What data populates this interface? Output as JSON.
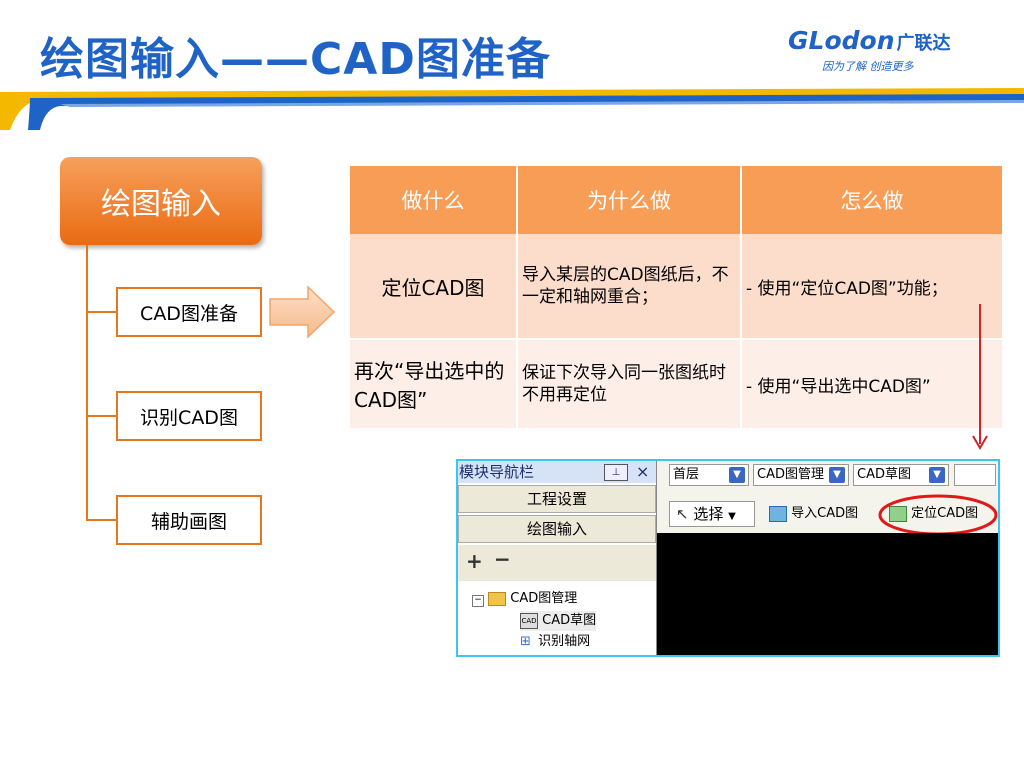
{
  "slide": {
    "title": "绘图输入——CAD图准备",
    "logo_brand": "GLodon",
    "logo_cn": "广联达",
    "logo_slogan": "因为了解 创造更多",
    "brand_color": "#1f63c6",
    "accent_color": "#e8761e"
  },
  "mindmap": {
    "root": "绘图输入",
    "children": [
      "CAD图准备",
      "识别CAD图",
      "辅助画图"
    ]
  },
  "table": {
    "headers": [
      "做什么",
      "为什么做",
      "怎么做"
    ],
    "rows": [
      [
        "定位CAD图",
        "导入某层的CAD图纸后，不一定和轴网重合；",
        "- 使用“定位CAD图”功能；"
      ],
      [
        "再次“导出选中的CAD图”",
        "保证下次导入同一张图纸时不用再定位",
        "- 使用“导出选中CAD图”"
      ]
    ]
  },
  "software": {
    "panel_title": "模块导航栏",
    "pin_icon": "pin-icon",
    "close_label": "×",
    "nav_buttons": [
      "工程设置",
      "绘图输入"
    ],
    "expand_label": "+",
    "collapse_label": "−",
    "tree": {
      "root": "CAD图管理",
      "items": [
        "CAD草图",
        "识别轴网"
      ]
    },
    "toolbar": {
      "floor": "首层",
      "module": "CAD图管理",
      "submodule": "CAD草图",
      "select_label": "选择",
      "import_label": "导入CAD图",
      "locate_label": "定位CAD图"
    }
  }
}
